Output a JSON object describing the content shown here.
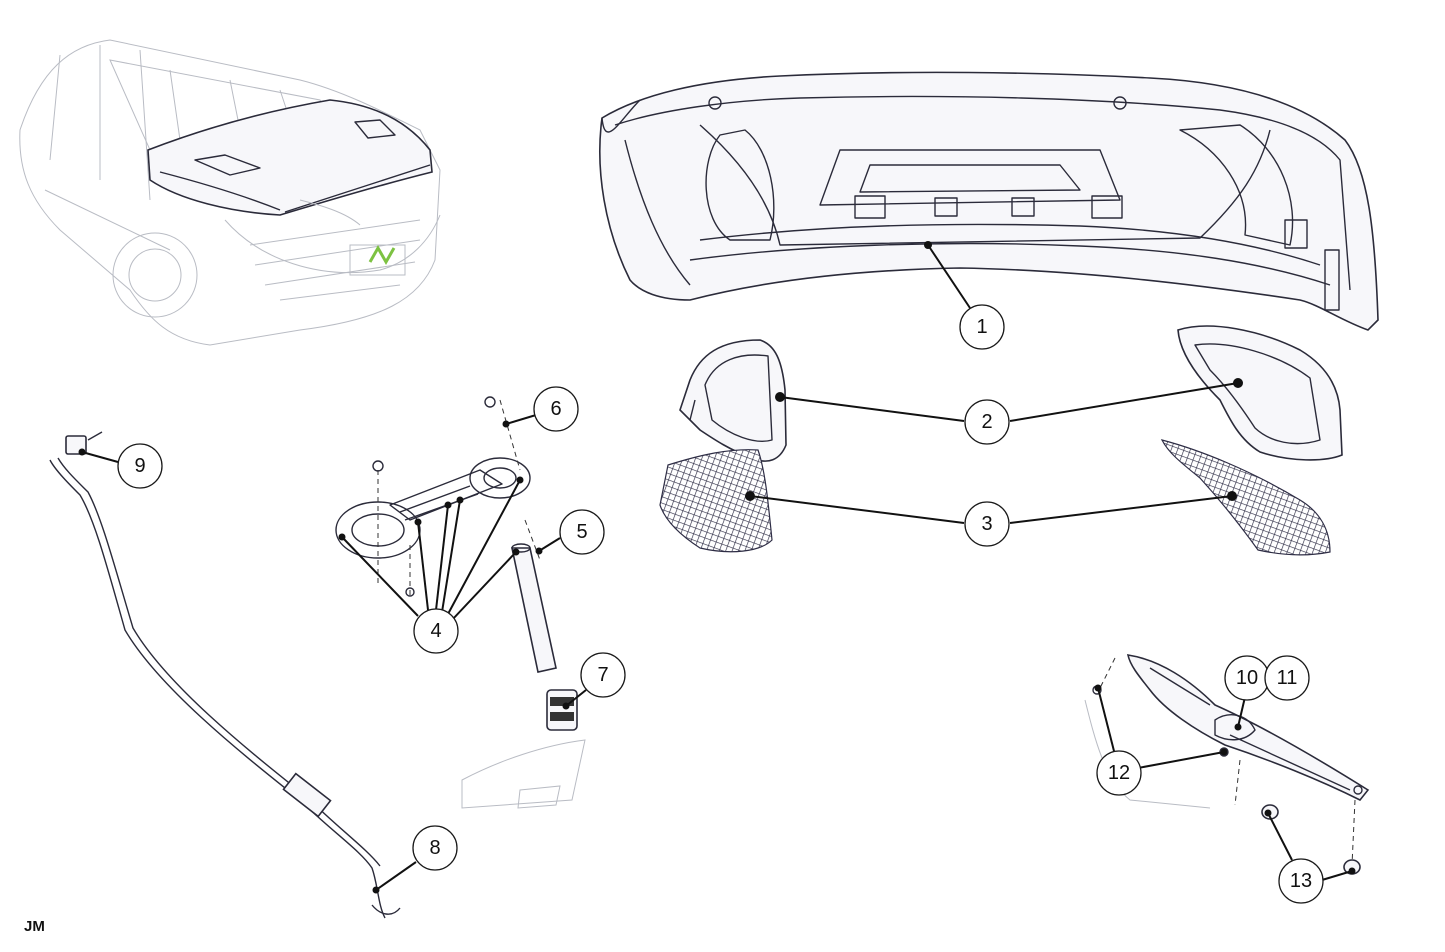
{
  "diagram": {
    "callouts": [
      {
        "id": "1",
        "label": "1"
      },
      {
        "id": "2",
        "label": "2"
      },
      {
        "id": "3",
        "label": "3"
      },
      {
        "id": "4",
        "label": "4"
      },
      {
        "id": "5",
        "label": "5"
      },
      {
        "id": "6",
        "label": "6"
      },
      {
        "id": "7",
        "label": "7"
      },
      {
        "id": "8",
        "label": "8"
      },
      {
        "id": "9",
        "label": "9"
      },
      {
        "id": "10",
        "label": "10"
      },
      {
        "id": "11",
        "label": "11"
      },
      {
        "id": "12",
        "label": "12"
      },
      {
        "id": "13",
        "label": "13"
      }
    ],
    "author_mark": "JM",
    "colors": {
      "line": "#111111",
      "part": "#2b2b3a",
      "mesh": "#2e2d45",
      "ghost": "#b9bcc4",
      "accent_logo": "#7dc242"
    }
  }
}
